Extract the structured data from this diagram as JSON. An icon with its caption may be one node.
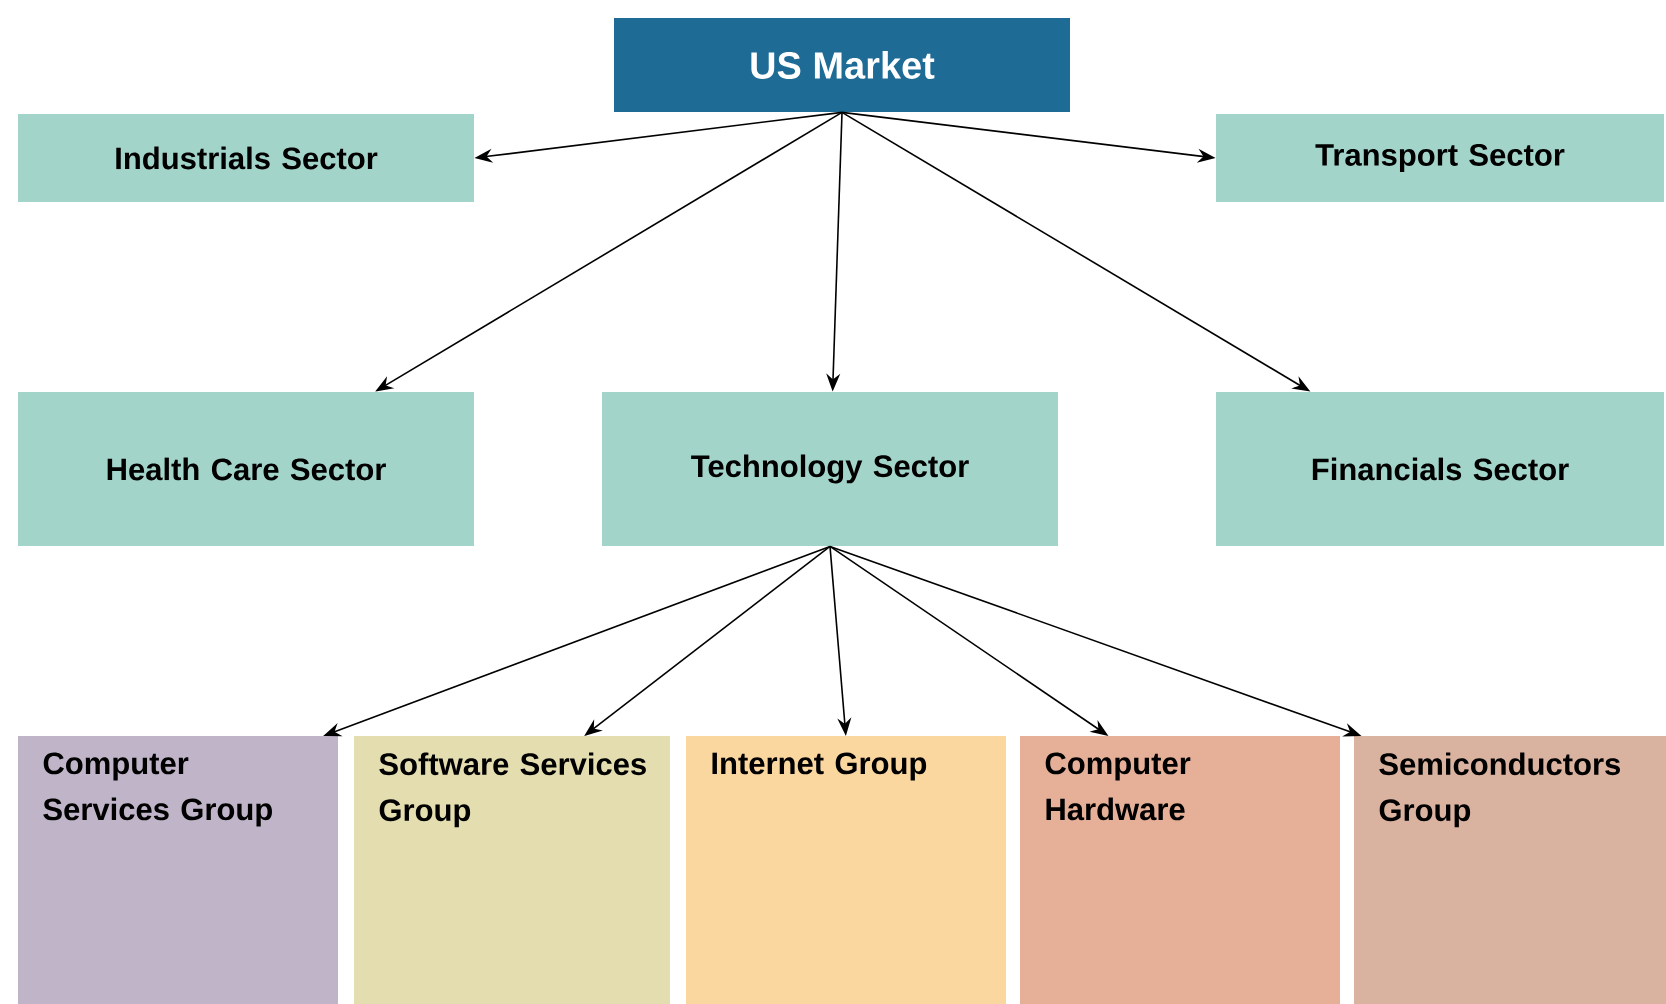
{
  "diagram": {
    "nodes": [
      {
        "text": [
          "US Market"
        ]
      },
      {
        "text": [
          "Industrials Sector"
        ]
      },
      {
        "text": [
          "Transport Sector"
        ]
      },
      {
        "text": [
          "Health Care Sector"
        ]
      },
      {
        "text": [
          "Technology Sector"
        ]
      },
      {
        "text": [
          "Financials Sector"
        ]
      },
      {
        "text": [
          "Computer Services Group"
        ]
      },
      {
        "text": [
          "Software Services Group"
        ]
      },
      {
        "text": [
          "Internet Group"
        ]
      },
      {
        "text": [
          "Computer Hardware"
        ]
      },
      {
        "text": [
          "Semiconductors Group"
        ]
      }
    ],
    "edges": [
      {
        "from": 0,
        "to": 1,
        "arrow": "to"
      },
      {
        "from": 0,
        "to": 2,
        "arrow": "to"
      },
      {
        "from": 0,
        "to": 3,
        "arrow": "to"
      },
      {
        "from": 0,
        "to": 4,
        "arrow": "to"
      },
      {
        "from": 0,
        "to": 5,
        "arrow": "to"
      },
      {
        "from": 4,
        "to": 6,
        "arrow": "to"
      },
      {
        "from": 4,
        "to": 7,
        "arrow": "to"
      },
      {
        "from": 4,
        "to": 8,
        "arrow": "to"
      },
      {
        "from": 4,
        "to": 9,
        "arrow": "to"
      },
      {
        "from": 4,
        "to": 10,
        "arrow": "to"
      }
    ]
  }
}
